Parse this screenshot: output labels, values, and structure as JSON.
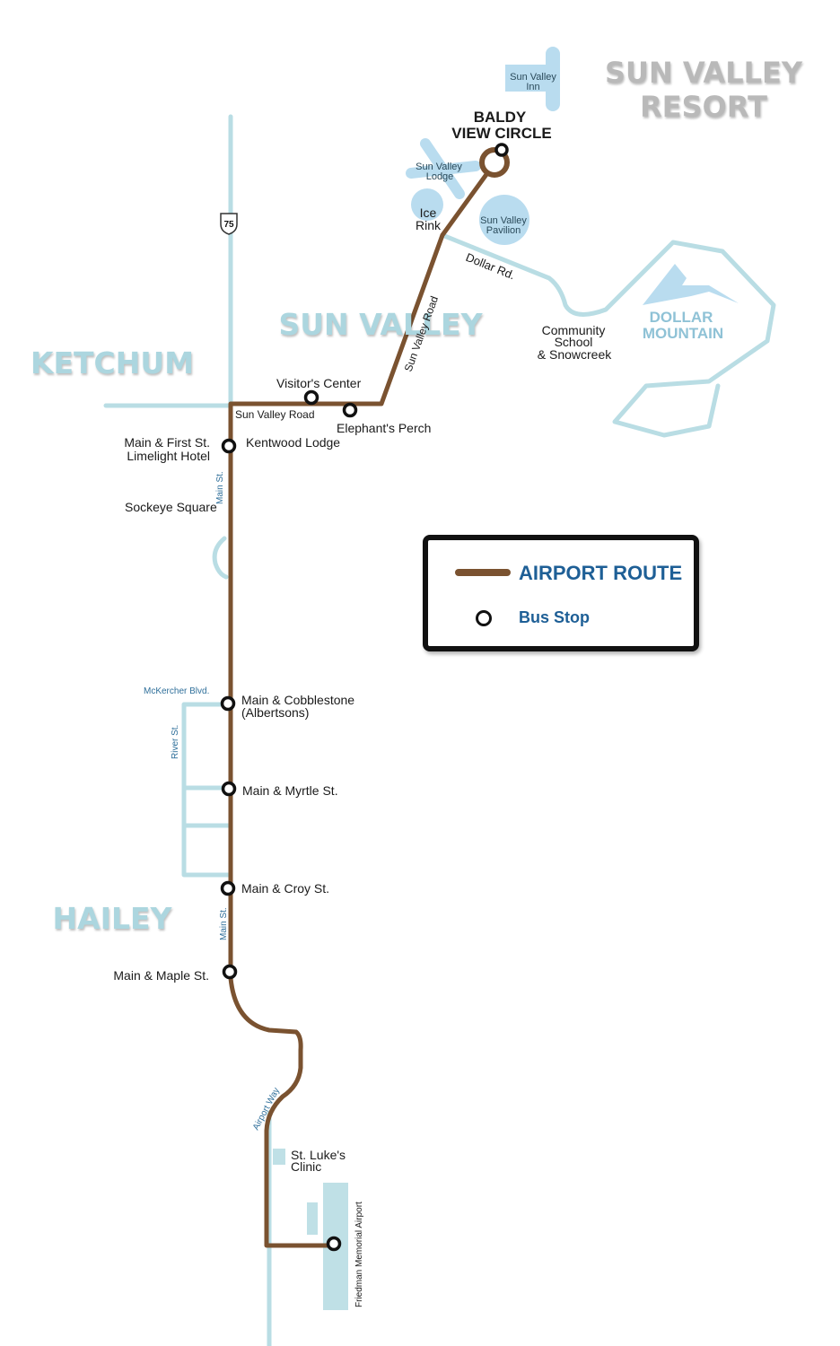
{
  "map": {
    "regions": {
      "resort_line1": "SUN VALLEY",
      "resort_line2": "RESORT",
      "sun_valley": "SUN VALLEY",
      "ketchum": "KETCHUM",
      "hailey": "HAILEY",
      "dollar_mountain_line1": "DOLLAR",
      "dollar_mountain_line2": "MOUNTAIN"
    },
    "highway_shield": "75",
    "landmarks": {
      "inn_line1": "Sun Valley",
      "inn_line2": "Inn",
      "lodge_line1": "Sun Valley",
      "lodge_line2": "Lodge",
      "rink_line1": "Ice",
      "rink_line2": "Rink",
      "pavilion_line1": "Sun Valley",
      "pavilion_line2": "Pavilion",
      "school_line1": "Community",
      "school_line2": "School",
      "school_line3": "& Snowcreek",
      "clinic_line1": "St. Luke's",
      "clinic_line2": "Clinic",
      "airport": "Friedman Memorial Airport",
      "sockeye": "Sockeye Square"
    },
    "streets": {
      "sun_valley_road_diag": "Sun Valley Road",
      "sun_valley_road": "Sun Valley Road",
      "dollar_rd": "Dollar Rd.",
      "main_st_ketchum": "Main St.",
      "main_st_hailey": "Main St.",
      "mckercher": "McKercher  Blvd.",
      "river_st": "River St.",
      "airport_way": "Airport Way"
    },
    "stops": {
      "baldy_line1": "BALDY",
      "baldy_line2": "VIEW CIRCLE",
      "visitors_center": "Visitor's Center",
      "elephants_perch": "Elephant's Perch",
      "kentwood": "Kentwood Lodge",
      "main_first_line1": "Main & First St.",
      "main_first_line2": "Limelight Hotel",
      "cobblestone_line1": "Main & Cobblestone",
      "cobblestone_line2": "(Albertsons)",
      "myrtle": "Main & Myrtle St.",
      "croy": "Main & Croy St.",
      "maple": "Main & Maple St."
    }
  },
  "legend": {
    "route_label": "AIRPORT ROUTE",
    "stop_label": "Bus Stop"
  },
  "colors": {
    "route": "#7a5230",
    "road": "#b9dde4",
    "legend_text": "#1e5f96"
  }
}
